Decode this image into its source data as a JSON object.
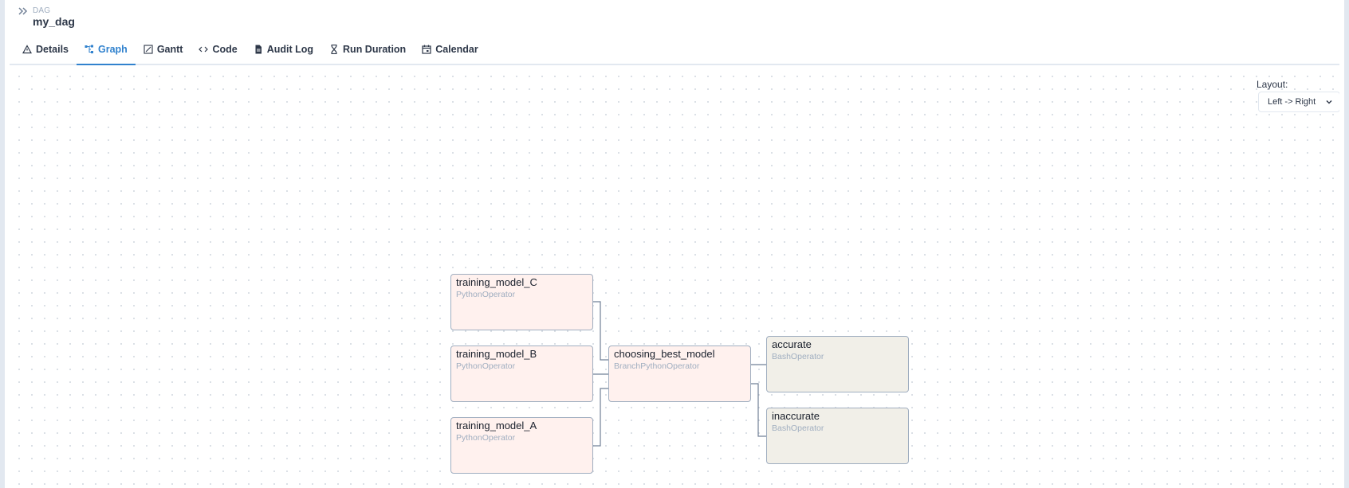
{
  "header": {
    "breadcrumb_label": "DAG",
    "dag_id": "my_dag"
  },
  "tabs": [
    {
      "label": "Details",
      "icon": "warning-triangle-icon",
      "active": false
    },
    {
      "label": "Graph",
      "icon": "graph-icon",
      "active": true
    },
    {
      "label": "Gantt",
      "icon": "gantt-icon",
      "active": false
    },
    {
      "label": "Code",
      "icon": "code-icon",
      "active": false
    },
    {
      "label": "Audit Log",
      "icon": "document-icon",
      "active": false
    },
    {
      "label": "Run Duration",
      "icon": "hourglass-icon",
      "active": false
    },
    {
      "label": "Calendar",
      "icon": "calendar-icon",
      "active": false
    }
  ],
  "layout": {
    "label": "Layout:",
    "selected": "Left -> Right"
  },
  "graph": {
    "nodes": [
      {
        "id": "training_model_C",
        "operator": "PythonOperator",
        "kind": "python"
      },
      {
        "id": "training_model_B",
        "operator": "PythonOperator",
        "kind": "python"
      },
      {
        "id": "training_model_A",
        "operator": "PythonOperator",
        "kind": "python"
      },
      {
        "id": "choosing_best_model",
        "operator": "BranchPythonOperator",
        "kind": "python"
      },
      {
        "id": "accurate",
        "operator": "BashOperator",
        "kind": "bash"
      },
      {
        "id": "inaccurate",
        "operator": "BashOperator",
        "kind": "bash"
      }
    ],
    "edges": [
      [
        "training_model_C",
        "choosing_best_model"
      ],
      [
        "training_model_B",
        "choosing_best_model"
      ],
      [
        "training_model_A",
        "choosing_best_model"
      ],
      [
        "choosing_best_model",
        "accurate"
      ],
      [
        "choosing_best_model",
        "inaccurate"
      ]
    ]
  },
  "colors": {
    "accent": "#3182ce",
    "python_node_bg": "#fff1ee",
    "bash_node_bg": "#f1efe8",
    "node_border": "#a0aec0"
  }
}
